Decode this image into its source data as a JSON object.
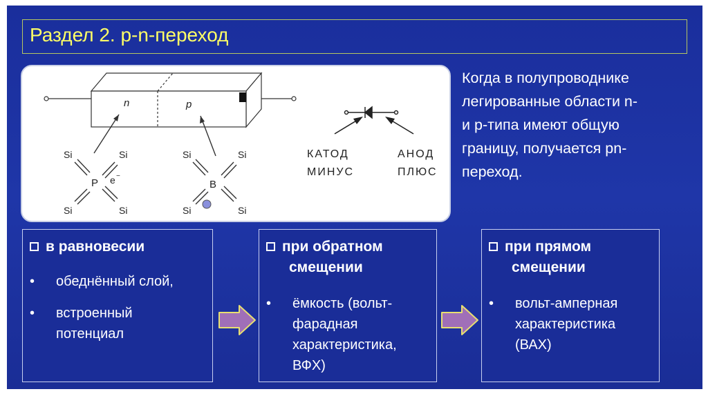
{
  "title": "Раздел 2. p-n-переход",
  "figure": {
    "n_label": "n",
    "p_label": "p",
    "si": "Si",
    "donor": "P",
    "electron": "e",
    "electron_sup": "−",
    "acceptor": "B",
    "cathode": "КАТОД",
    "minus": "МИНУС",
    "anode": "АНОД",
    "plus": "ПЛЮС"
  },
  "intro": {
    "lines": [
      "Когда в полупроводнике",
      "легированные области n-",
      "и p-типа имеют общую",
      "границу, получается pn-",
      "переход."
    ]
  },
  "panels": [
    {
      "title_lines": [
        "в равновесии"
      ],
      "bullets": [
        [
          "обеднённый слой,"
        ],
        [
          "встроенный",
          "потенциал"
        ]
      ]
    },
    {
      "title_lines": [
        "при обратном",
        "смещении"
      ],
      "bullets": [
        [
          "ёмкость (вольт-",
          "фарадная",
          "характеристика,",
          "ВФХ)"
        ]
      ]
    },
    {
      "title_lines": [
        "при прямом",
        "смещении"
      ],
      "bullets": [
        [
          "вольт-амперная",
          "характеристика",
          "(ВАХ)"
        ]
      ]
    }
  ],
  "colors": {
    "background": "#1b2f9a",
    "title": "#ffff66",
    "arrow_fill": "#a06fb8",
    "arrow_stroke": "#e8e070"
  }
}
